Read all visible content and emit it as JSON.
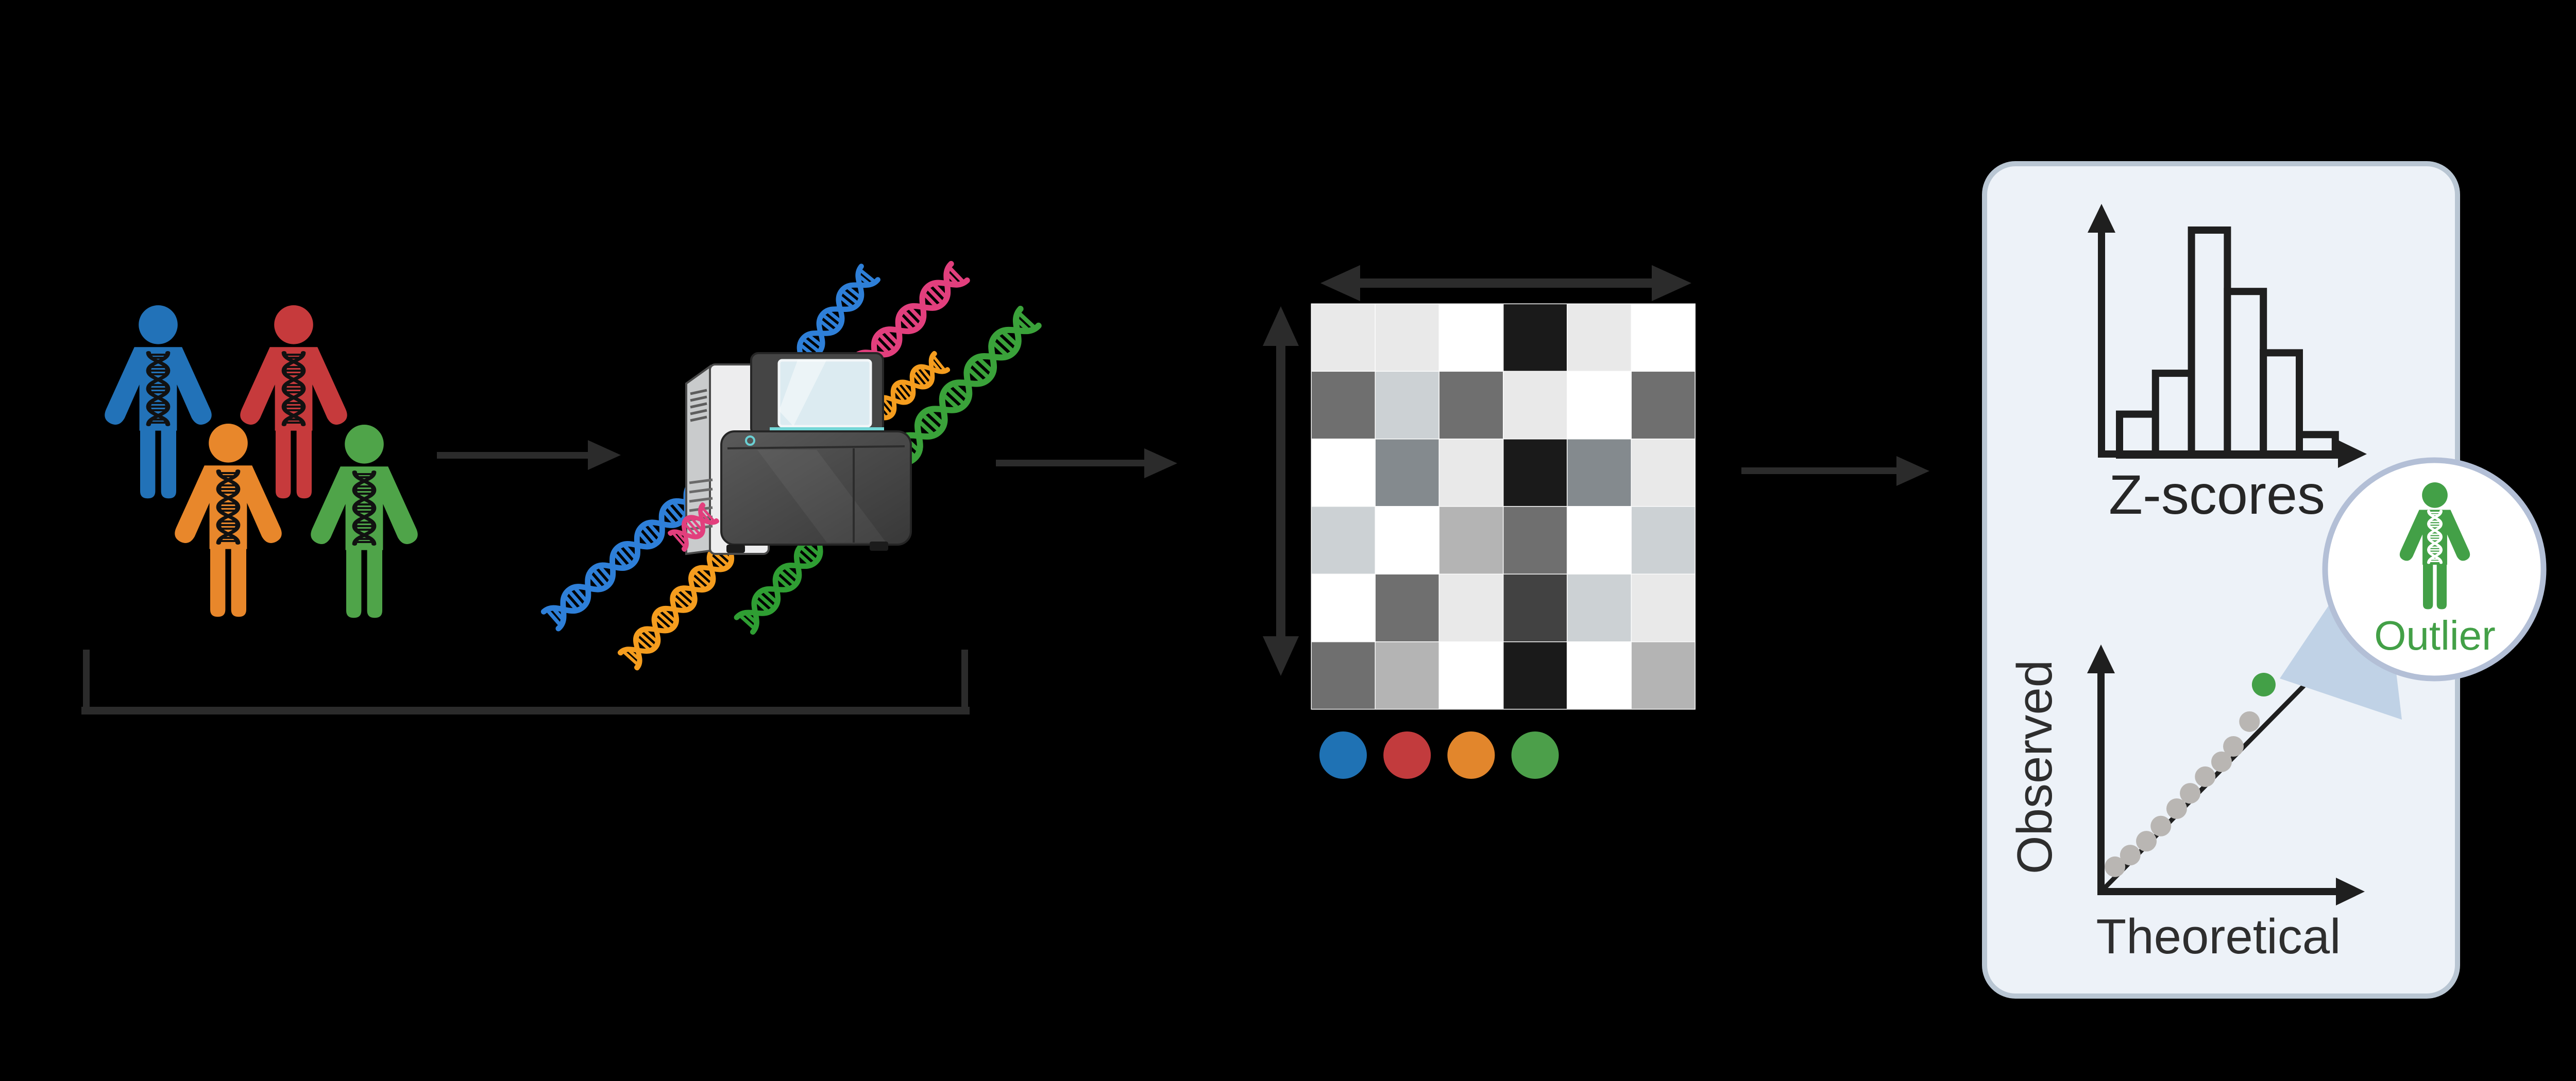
{
  "labels": {
    "z_scores": "Z-scores",
    "observed": "Observed",
    "theoretical": "Theoretical",
    "outlier": "Outlier"
  },
  "palette": {
    "background": "#000000",
    "arrow": "#2b2b2b",
    "bracket": "#2b2b2b",
    "panel_fill": "#edf2f8",
    "panel_border": "#b9c6d3",
    "callout_fill": "#ffffff",
    "callout_border": "#b3bfd6",
    "callout_wedge": "#c0d2e6",
    "axis": "#1f1f1f",
    "hist_bar_fill": "#edf2f8",
    "qq_dot": "#b9b6b3",
    "outlier_green": "#43a047",
    "outlier_text": "#43a047",
    "person_dna": "#111111",
    "outlier_dna": "#ffffff"
  },
  "patients": [
    {
      "name": "patient-blue",
      "color": "#2272b8"
    },
    {
      "name": "patient-red",
      "color": "#c63a3c"
    },
    {
      "name": "patient-orange",
      "color": "#e8872b"
    },
    {
      "name": "patient-green",
      "color": "#4fa449"
    }
  ],
  "sequencer": {
    "tower_color": "#ededee",
    "tower_side_color": "#c9cbcc",
    "body_color": "#474747",
    "screen_color": "#dcebf1",
    "accent_color": "#74d6d6"
  },
  "dna_strands": [
    {
      "name": "strand-blue-top",
      "color": "#2e7fd8"
    },
    {
      "name": "strand-pink-top",
      "color": "#e23f7d"
    },
    {
      "name": "strand-orange-top",
      "color": "#f59d1e"
    },
    {
      "name": "strand-green-right",
      "color": "#3aa23a"
    },
    {
      "name": "strand-blue-lower",
      "color": "#2e7fd8"
    },
    {
      "name": "strand-pink-tip",
      "color": "#e23f7d"
    },
    {
      "name": "strand-orange-lower",
      "color": "#f59d1e"
    },
    {
      "name": "strand-green-lower",
      "color": "#2f9e33"
    }
  ],
  "icons": {
    "person-icon": "human pictogram with DNA helix in torso",
    "dna-icon": "double helix",
    "arrow-right-icon": "solid right arrow",
    "double-arrow-horizontal-icon": "two-headed horizontal arrow over matrix",
    "double-arrow-vertical-icon": "two-headed vertical arrow beside matrix",
    "bracket-icon": "wide square bracket under cohort and sequencer",
    "sequencer-icon": "benchtop DNA sequencer with touchscreen"
  },
  "chart_data": [
    {
      "type": "heatmap",
      "name": "expression-matrix",
      "rows": 6,
      "cols": 6,
      "values": [
        [
          "#e9e9e9",
          "#e9e9e9",
          "#ffffff",
          "#1a1a1a",
          "#e9e9e9",
          "#ffffff"
        ],
        [
          "#6f6f6f",
          "#ccd1d4",
          "#6f6f6f",
          "#e9e9e9",
          "#ffffff",
          "#6f6f6f"
        ],
        [
          "#ffffff",
          "#848a8e",
          "#e9e9e9",
          "#1a1a1a",
          "#848a8e",
          "#e9e9e9"
        ],
        [
          "#ccd1d4",
          "#ffffff",
          "#b4b4b4",
          "#6f6f6f",
          "#ffffff",
          "#ccd1d4"
        ],
        [
          "#ffffff",
          "#6f6f6f",
          "#e9e9e9",
          "#424242",
          "#ccd1d4",
          "#e9e9e9"
        ],
        [
          "#6f6f6f",
          "#b4b4b4",
          "#ffffff",
          "#1a1a1a",
          "#ffffff",
          "#b4b4b4"
        ]
      ],
      "sample_dot_colors": [
        "#1f72b4",
        "#c23b3d",
        "#e2862c",
        "#4c9f4a"
      ],
      "legend_position": "bottom",
      "grid": false
    },
    {
      "type": "bar",
      "name": "z-score-histogram",
      "title": "Z-scores",
      "categories": [
        "bin1",
        "bin2",
        "bin3",
        "bin4",
        "bin5",
        "bin6"
      ],
      "values": [
        2,
        4,
        11,
        8,
        5,
        1
      ],
      "ymax": 11,
      "xlabel": "Z-scores",
      "ylabel": "",
      "grid": false
    },
    {
      "type": "scatter",
      "name": "qq-plot",
      "xlabel": "Theoretical",
      "ylabel": "Observed",
      "xlim": [
        0,
        1
      ],
      "ylim": [
        0,
        1
      ],
      "line": {
        "x": [
          0.01,
          0.77
        ],
        "y": [
          0.01,
          0.83
        ]
      },
      "points": [
        {
          "x": 0.053,
          "y": 0.1
        },
        {
          "x": 0.111,
          "y": 0.147
        },
        {
          "x": 0.172,
          "y": 0.203
        },
        {
          "x": 0.227,
          "y": 0.264
        },
        {
          "x": 0.287,
          "y": 0.334
        },
        {
          "x": 0.338,
          "y": 0.396
        },
        {
          "x": 0.395,
          "y": 0.463
        },
        {
          "x": 0.457,
          "y": 0.523
        },
        {
          "x": 0.502,
          "y": 0.585
        },
        {
          "x": 0.563,
          "y": 0.685
        }
      ],
      "outlier_point": {
        "x": 0.617,
        "y": 0.834,
        "label": "Outlier"
      },
      "grid": false
    }
  ]
}
